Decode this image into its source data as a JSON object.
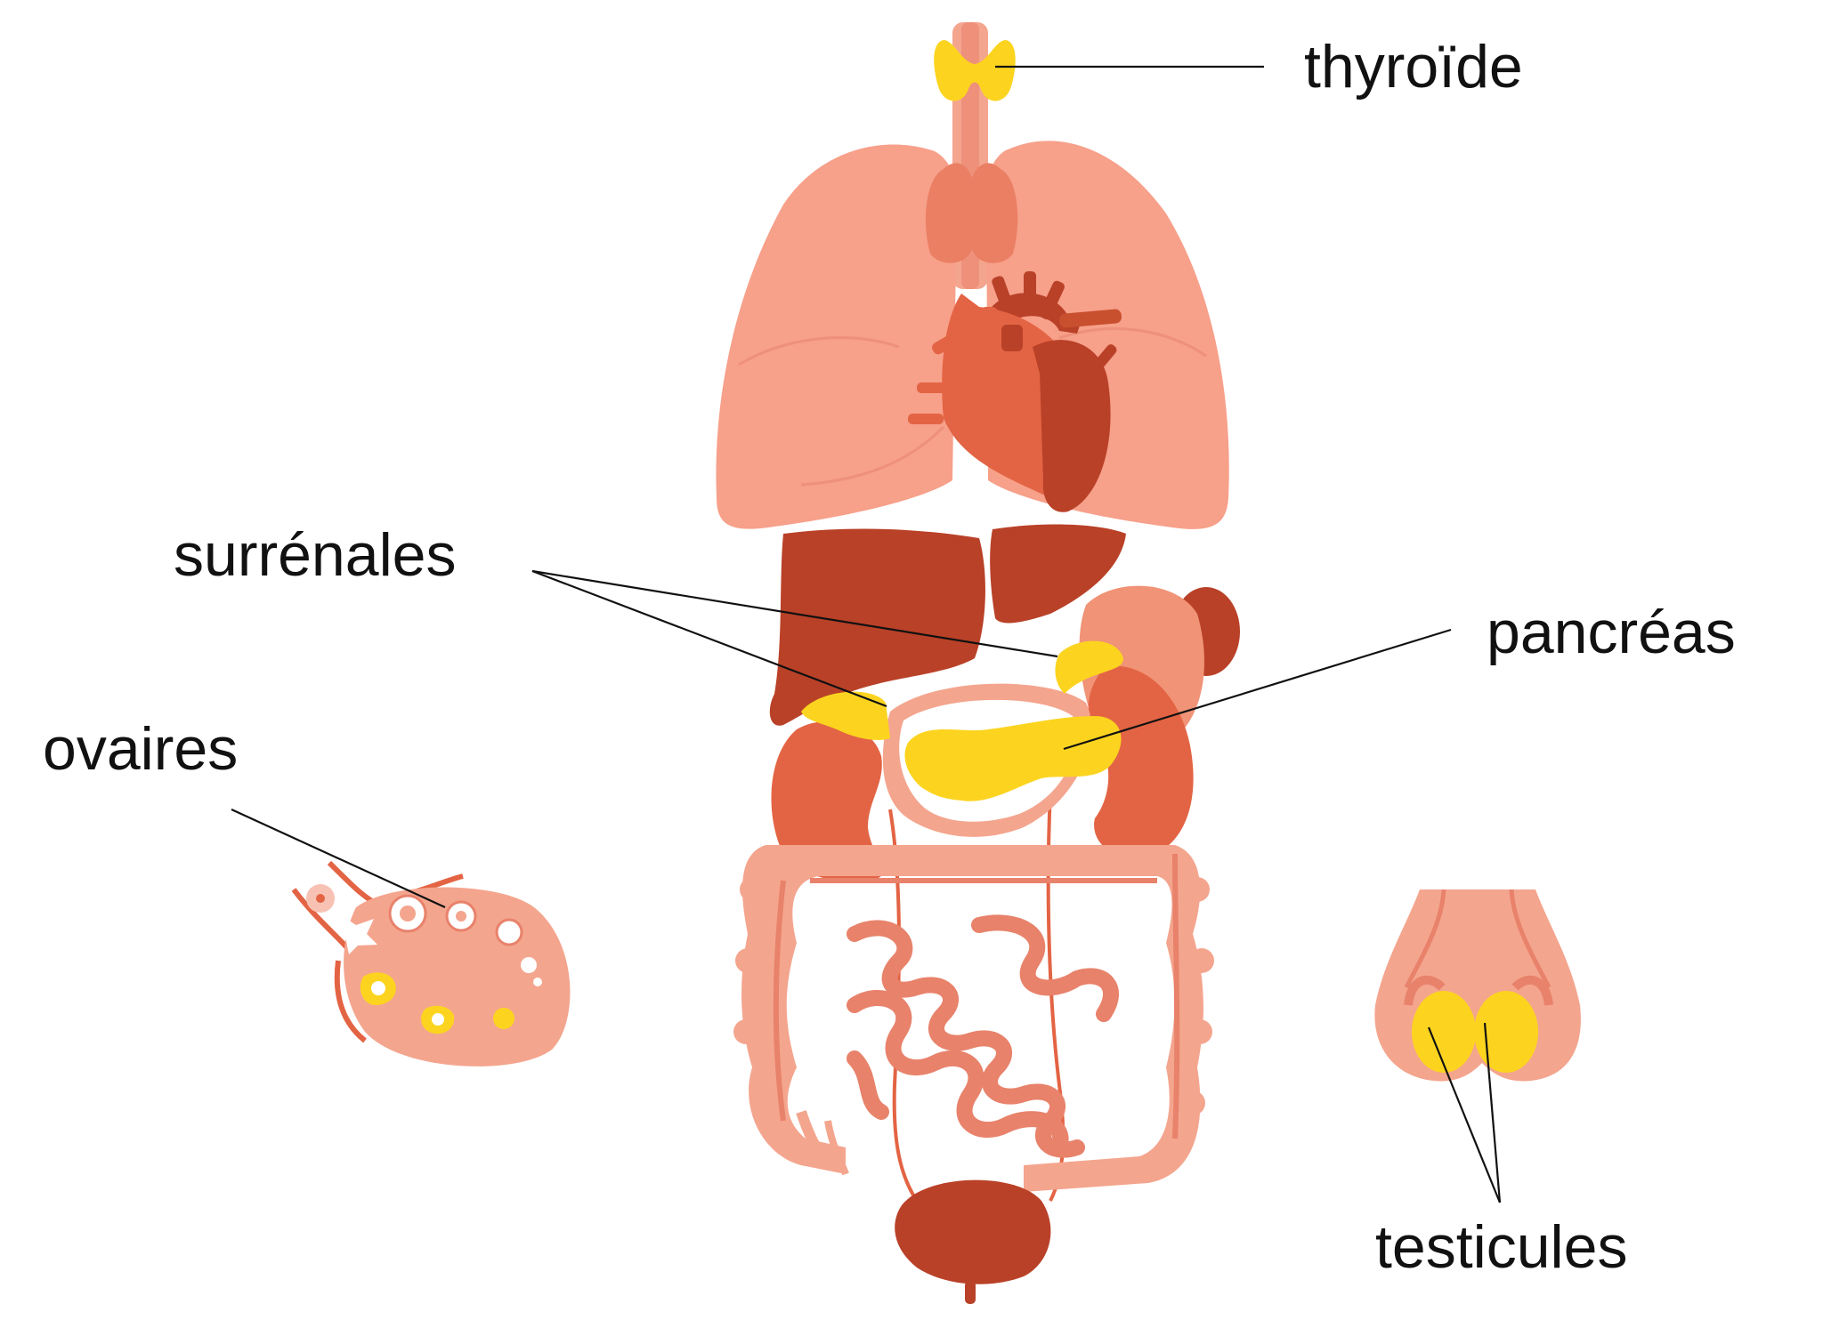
{
  "labels": {
    "thyroid": "thyroïde",
    "adrenals": "surrénales",
    "pancreas": "pancréas",
    "ovaries": "ovaires",
    "testicles": "testicules"
  },
  "colors": {
    "gland": "#fcd41f",
    "gland_dark": "#f2bf12",
    "lung": "#f7a08a",
    "tissue_light": "#f4a58e",
    "tissue_mid": "#e8826b",
    "organ_medium": "#e36444",
    "organ_dark": "#b94128",
    "label_text": "#111111",
    "background": "#ffffff"
  },
  "icons": {
    "main": "human-torso-organs-illustration",
    "ovary": "ovary-illustration",
    "testes": "testes-illustration"
  }
}
